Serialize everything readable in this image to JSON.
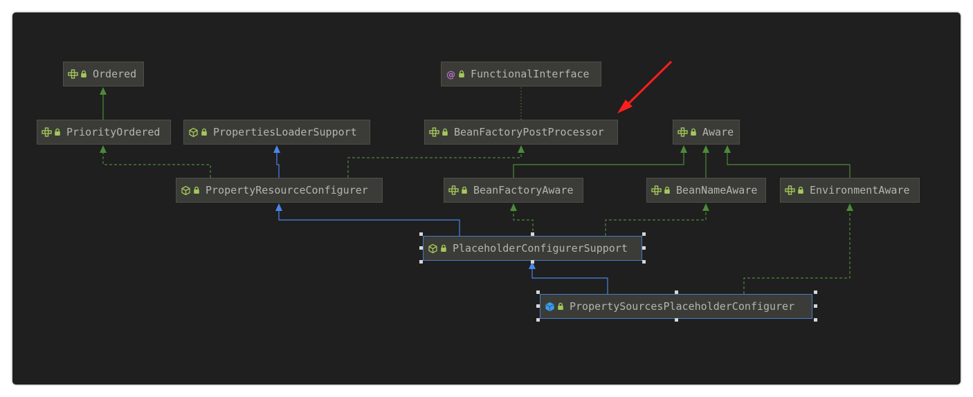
{
  "nodes": {
    "ordered": {
      "label": "Ordered",
      "kind": "interface-icon"
    },
    "functional_interface": {
      "label": "FunctionalInterface",
      "kind": "annotation-icon"
    },
    "priority_ordered": {
      "label": "PriorityOrdered",
      "kind": "interface-icon"
    },
    "properties_loader_support": {
      "label": "PropertiesLoaderSupport",
      "kind": "abstract-class-icon"
    },
    "bean_factory_post_processor": {
      "label": "BeanFactoryPostProcessor",
      "kind": "interface-icon"
    },
    "aware": {
      "label": "Aware",
      "kind": "interface-icon"
    },
    "property_resource_configurer": {
      "label": "PropertyResourceConfigurer",
      "kind": "abstract-class-icon"
    },
    "bean_factory_aware": {
      "label": "BeanFactoryAware",
      "kind": "interface-icon"
    },
    "bean_name_aware": {
      "label": "BeanNameAware",
      "kind": "interface-icon"
    },
    "environment_aware": {
      "label": "EnvironmentAware",
      "kind": "interface-icon"
    },
    "placeholder_configurer_support": {
      "label": "PlaceholderConfigurerSupport",
      "kind": "abstract-class-icon",
      "selected": true
    },
    "property_sources_placeholder_configurer": {
      "label": "PropertySourcesPlaceholderConfigurer",
      "kind": "class-icon",
      "selected": true
    }
  },
  "edges": [
    {
      "from": "priority_ordered",
      "to": "ordered",
      "relation": "extends-interface"
    },
    {
      "from": "bean_factory_post_processor",
      "to": "functional_interface",
      "relation": "annotated-with"
    },
    {
      "from": "property_resource_configurer",
      "to": "priority_ordered",
      "relation": "implements"
    },
    {
      "from": "property_resource_configurer",
      "to": "properties_loader_support",
      "relation": "extends-class"
    },
    {
      "from": "property_resource_configurer",
      "to": "bean_factory_post_processor",
      "relation": "implements"
    },
    {
      "from": "bean_factory_aware",
      "to": "aware",
      "relation": "extends-interface"
    },
    {
      "from": "bean_name_aware",
      "to": "aware",
      "relation": "extends-interface"
    },
    {
      "from": "environment_aware",
      "to": "aware",
      "relation": "extends-interface"
    },
    {
      "from": "placeholder_configurer_support",
      "to": "property_resource_configurer",
      "relation": "extends-class"
    },
    {
      "from": "placeholder_configurer_support",
      "to": "bean_factory_aware",
      "relation": "implements"
    },
    {
      "from": "placeholder_configurer_support",
      "to": "bean_name_aware",
      "relation": "implements"
    },
    {
      "from": "property_sources_placeholder_configurer",
      "to": "placeholder_configurer_support",
      "relation": "extends-class"
    },
    {
      "from": "property_sources_placeholder_configurer",
      "to": "environment_aware",
      "relation": "implements"
    }
  ],
  "colors": {
    "background": "#1f1f1f",
    "node_fill": "#3b3c37",
    "node_text": "#b3b6b0",
    "interface_edge": "#4d8a3a",
    "class_edge": "#4a86e8",
    "annotation_edge": "#5a7a3a",
    "selection": "#4a7bc8",
    "annotation_arrow": "#ff1e1e"
  }
}
